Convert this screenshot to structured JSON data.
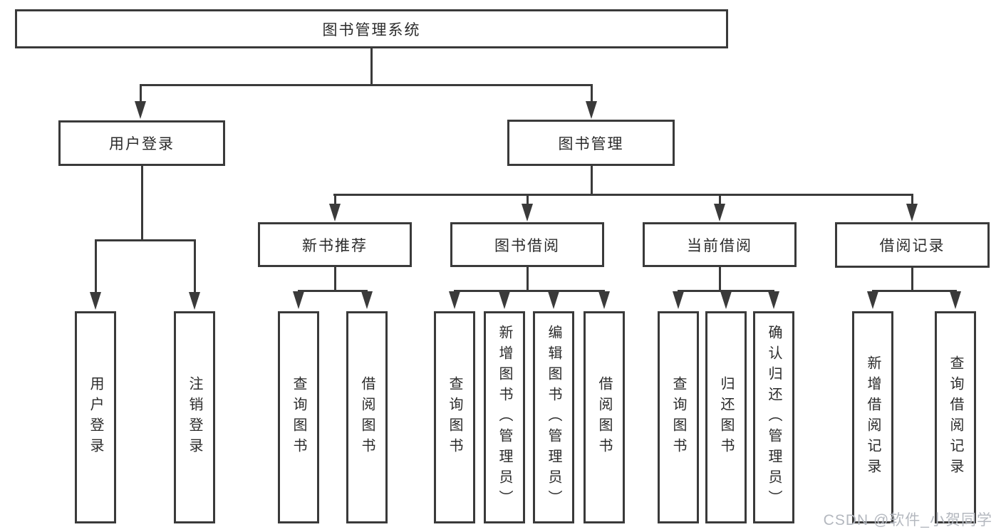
{
  "diagram": {
    "title": "图书管理系统",
    "type": "hierarchy",
    "colors": {
      "line": "#3a3a3a",
      "box_border": "#3a3a3a",
      "text": "#2b2b2b",
      "background": "#ffffff",
      "watermark": "#b4b8bf"
    },
    "root": {
      "label": "图书管理系统"
    },
    "level2": {
      "user_login": {
        "label": "用户登录"
      },
      "book_mgmt": {
        "label": "图书管理"
      }
    },
    "level3": {
      "new_books": {
        "label": "新书推荐"
      },
      "borrowing": {
        "label": "图书借阅"
      },
      "current": {
        "label": "当前借阅"
      },
      "records": {
        "label": "借阅记录"
      }
    },
    "leaves": {
      "user_login": [
        "用户登录",
        "注销登录"
      ],
      "new_books": [
        "查询图书",
        "借阅图书"
      ],
      "borrowing": [
        "查询图书",
        "新增图书（管理员）",
        "编辑图书（管理员）",
        "借阅图书"
      ],
      "current": [
        "查询图书",
        "归还图书",
        "确认归还（管理员）"
      ],
      "records": [
        "新增借阅记录",
        "查询借阅记录"
      ]
    },
    "watermark": "CSDN @软件_小贺同学"
  }
}
